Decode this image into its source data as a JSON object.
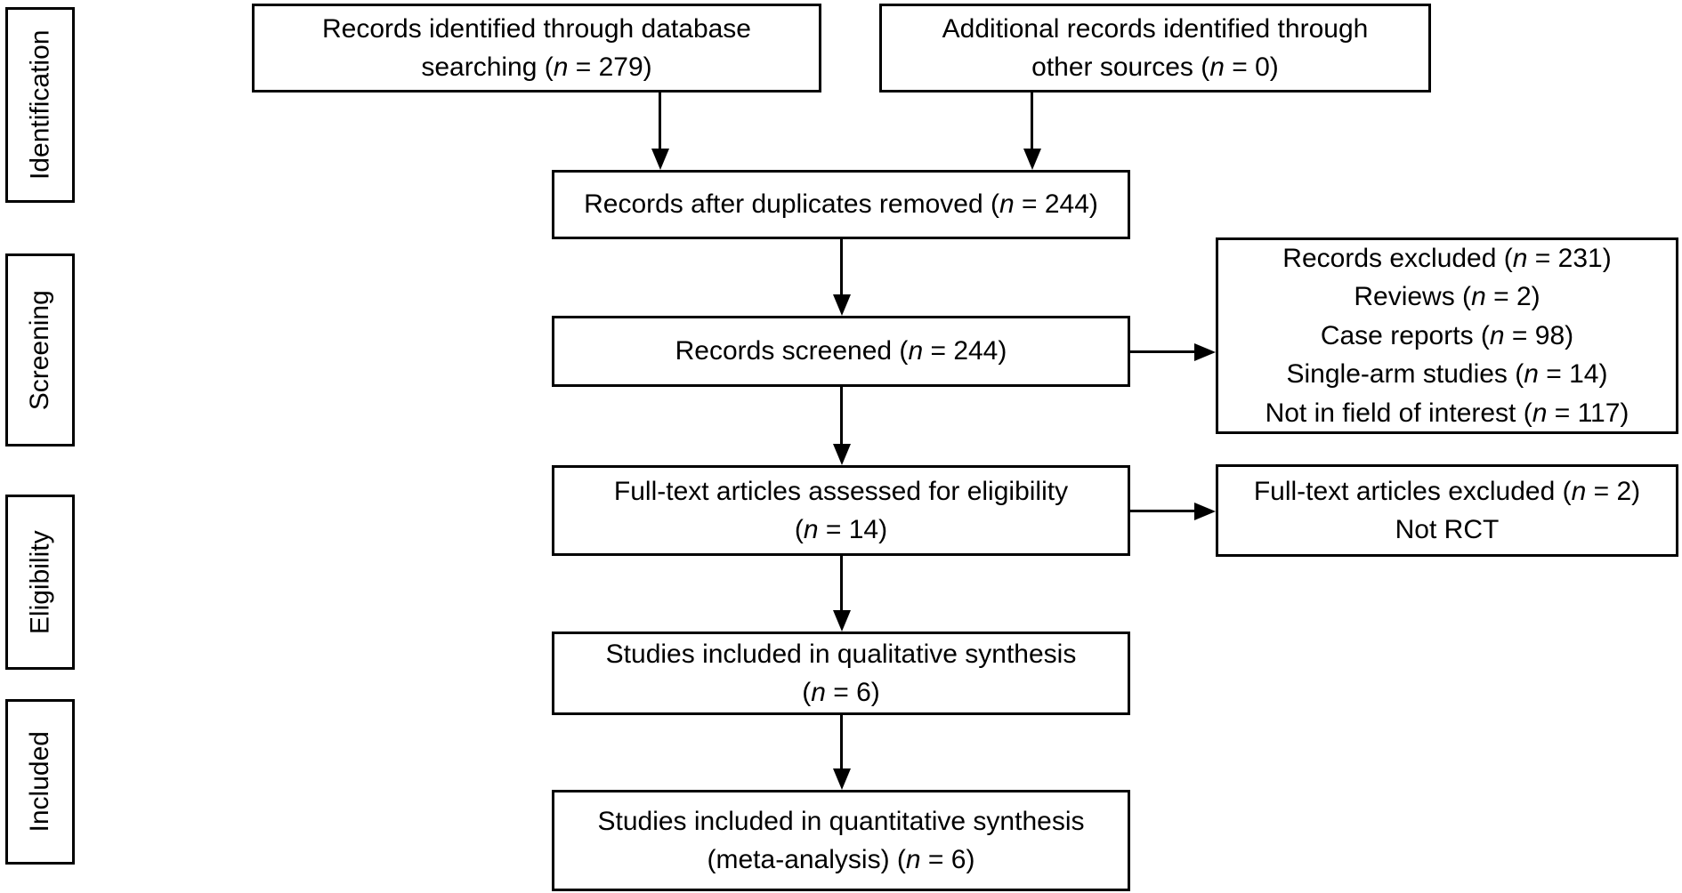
{
  "colors": {
    "ink": "#000000",
    "background": "#ffffff"
  },
  "stages": [
    {
      "label": "Identification"
    },
    {
      "label": "Screening"
    },
    {
      "label": "Eligibility"
    },
    {
      "label": "Included"
    }
  ],
  "boxes": {
    "db_search": {
      "lines": [
        "Records identified through database",
        "searching (n = 279)"
      ]
    },
    "other_sources": {
      "lines": [
        "Additional records identified through",
        "other sources (n = 0)"
      ]
    },
    "duplicates_removed": {
      "lines": [
        "Records after duplicates removed (n = 244)"
      ]
    },
    "screened": {
      "lines": [
        "Records screened (n = 244)"
      ]
    },
    "records_excluded": {
      "lines": [
        "Records excluded (n = 231)",
        "Reviews (n = 2)",
        "Case reports (n = 98)",
        "Single-arm studies (n = 14)",
        "Not in field of interest (n = 117)"
      ]
    },
    "fulltext_assessed": {
      "lines": [
        "Full-text articles assessed for eligibility",
        "(n = 14)"
      ]
    },
    "fulltext_excluded": {
      "lines": [
        "Full-text articles excluded (n = 2)",
        "Not RCT"
      ]
    },
    "qualitative": {
      "lines": [
        "Studies included in qualitative synthesis",
        "(n = 6)"
      ]
    },
    "quantitative": {
      "lines": [
        "Studies included in quantitative synthesis",
        "(meta-analysis) (n = 6)"
      ]
    }
  }
}
